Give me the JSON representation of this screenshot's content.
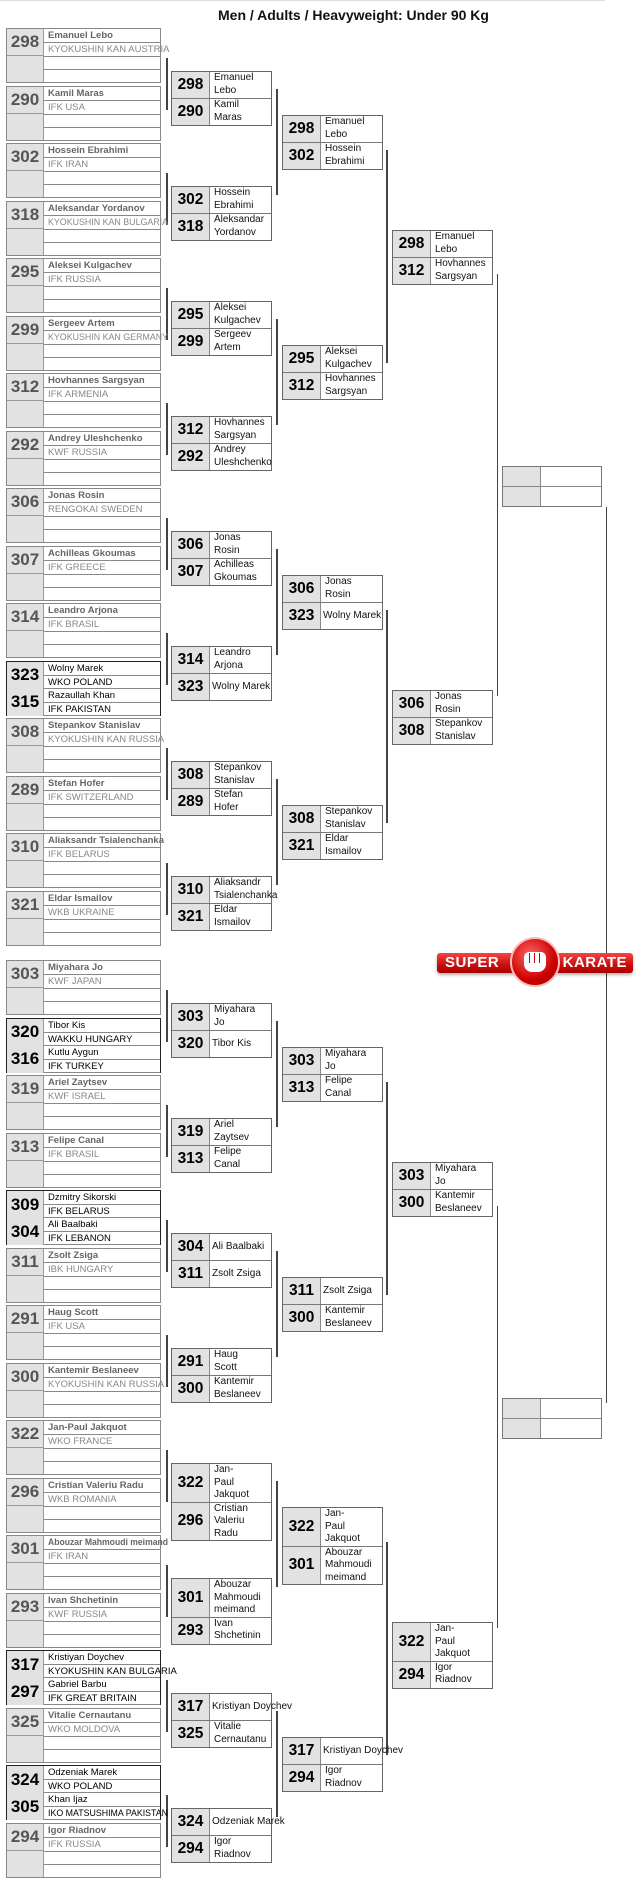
{
  "title": "Men / Adults / Heavyweight: Under 90 Kg",
  "logo": {
    "left_text": "SUPER",
    "right_text": "KARATE"
  },
  "colors": {
    "cell_grey": "#e2e2e2",
    "logo_red": "#c80e0e"
  },
  "halves": [
    {
      "r1": [
        {
          "num": "298",
          "name": "Emanuel Lebo",
          "club": "KYOKUSHIN KAN AUSTRIA"
        },
        {
          "num": "290",
          "name": "Kamil Maras",
          "club": "IFK USA"
        },
        {
          "num": "302",
          "name": "Hossein Ebrahimi",
          "club": "IFK IRAN"
        },
        {
          "num": "318",
          "name": "Aleksandar Yordanov",
          "club": "KYOKUSHIN KAN BULGARIA"
        },
        {
          "num": "295",
          "name": "Aleksei Kulgachev",
          "club": "IFK RUSSIA"
        },
        {
          "num": "299",
          "name": "Sergeev Artem",
          "club": "KYOKUSHIN KAN GERMANY"
        },
        {
          "num": "312",
          "name": "Hovhannes Sargsyan",
          "club": "IFK ARMENIA"
        },
        {
          "num": "292",
          "name": "Andrey Uleshchenko",
          "club": "KWF RUSSIA"
        },
        {
          "num": "306",
          "name": "Jonas Rosin",
          "club": "RENGOKAI SWEDEN"
        },
        {
          "num": "307",
          "name": "Achilleas Gkoumas",
          "club": "IFK GREECE"
        },
        {
          "num": "314",
          "name": "Leandro Arjona",
          "club": "IFK BRASIL"
        },
        {
          "pair": [
            {
              "num": "323",
              "name": "Wolny Marek",
              "club": "WKO POLAND"
            },
            {
              "num": "315",
              "name": "Razaullah Khan",
              "club": "IFK PAKISTAN"
            }
          ]
        },
        {
          "num": "308",
          "name": "Stepankov Stanislav",
          "club": "KYOKUSHIN KAN RUSSIA"
        },
        {
          "num": "289",
          "name": "Stefan Hofer",
          "club": "IFK SWITZERLAND"
        },
        {
          "num": "310",
          "name": "Aliaksandr Tsialenchanka",
          "club": "IFK BELARUS"
        },
        {
          "num": "321",
          "name": "Eldar Ismailov",
          "club": "WKB UKRAINE"
        }
      ],
      "r2": [
        [
          {
            "num": "298",
            "name": "Emanuel Lebo"
          },
          {
            "num": "290",
            "name": "Kamil Maras"
          }
        ],
        [
          {
            "num": "302",
            "name": "Hossein Ebrahimi"
          },
          {
            "num": "318",
            "name": "Aleksandar Yordanov"
          }
        ],
        [
          {
            "num": "295",
            "name": "Aleksei Kulgachev"
          },
          {
            "num": "299",
            "name": "Sergeev Artem"
          }
        ],
        [
          {
            "num": "312",
            "name": "Hovhannes Sargsyan"
          },
          {
            "num": "292",
            "name": "Andrey Uleshchenko"
          }
        ],
        [
          {
            "num": "306",
            "name": "Jonas Rosin"
          },
          {
            "num": "307",
            "name": "Achilleas Gkoumas"
          }
        ],
        [
          {
            "num": "314",
            "name": "Leandro Arjona"
          },
          {
            "num": "323",
            "name": "Wolny Marek",
            "one_line": true
          }
        ],
        [
          {
            "num": "308",
            "name": "Stepankov Stanislav"
          },
          {
            "num": "289",
            "name": "Stefan Hofer"
          }
        ],
        [
          {
            "num": "310",
            "name": "Aliaksandr Tsialenchanka"
          },
          {
            "num": "321",
            "name": "Eldar Ismailov"
          }
        ]
      ],
      "r3": [
        [
          {
            "num": "298",
            "name": "Emanuel Lebo"
          },
          {
            "num": "302",
            "name": "Hossein Ebrahimi"
          }
        ],
        [
          {
            "num": "295",
            "name": "Aleksei Kulgachev"
          },
          {
            "num": "312",
            "name": "Hovhannes Sargsyan"
          }
        ],
        [
          {
            "num": "306",
            "name": "Jonas Rosin"
          },
          {
            "num": "323",
            "name": "Wolny Marek",
            "one_line": true
          }
        ],
        [
          {
            "num": "308",
            "name": "Stepankov Stanislav"
          },
          {
            "num": "321",
            "name": "Eldar Ismailov"
          }
        ]
      ],
      "r4": [
        [
          {
            "num": "298",
            "name": "Emanuel Lebo"
          },
          {
            "num": "312",
            "name": "Hovhannes Sargsyan"
          }
        ],
        [
          {
            "num": "306",
            "name": "Jonas Rosin"
          },
          {
            "num": "308",
            "name": "Stepankov Stanislav"
          }
        ]
      ]
    },
    {
      "r1": [
        {
          "num": "303",
          "name": "Miyahara Jo",
          "club": "KWF JAPAN"
        },
        {
          "pair": [
            {
              "num": "320",
              "name": "Tibor Kis",
              "club": "WAKKU HUNGARY"
            },
            {
              "num": "316",
              "name": "Kutlu Aygun",
              "club": "IFK TURKEY"
            }
          ]
        },
        {
          "num": "319",
          "name": "Ariel Zaytsev",
          "club": "KWF ISRAEL"
        },
        {
          "num": "313",
          "name": "Felipe Canal",
          "club": "IFK BRASIL"
        },
        {
          "pair": [
            {
              "num": "309",
              "name": "Dzmitry Sikorski",
              "club": "IFK BELARUS"
            },
            {
              "num": "304",
              "name": "Ali Baalbaki",
              "club": "IFK LEBANON"
            }
          ]
        },
        {
          "num": "311",
          "name": "Zsolt Zsiga",
          "club": "IBK HUNGARY"
        },
        {
          "num": "291",
          "name": "Haug Scott",
          "club": "IFK USA"
        },
        {
          "num": "300",
          "name": "Kantemir Beslaneev",
          "club": "KYOKUSHIN KAN RUSSIA"
        },
        {
          "num": "322",
          "name": "Jan-Paul Jakquot",
          "club": "WKO FRANCE"
        },
        {
          "num": "296",
          "name": "Cristian Valeriu Radu",
          "club": "WKB ROMANIA"
        },
        {
          "num": "301",
          "name": "Abouzar Mahmoudi meimand",
          "club": "IFK IRAN"
        },
        {
          "num": "293",
          "name": "Ivan Shchetinin",
          "club": "KWF RUSSIA"
        },
        {
          "pair": [
            {
              "num": "317",
              "name": "Kristiyan Doychev",
              "club": "KYOKUSHIN KAN BULGARIA"
            },
            {
              "num": "297",
              "name": "Gabriel Barbu",
              "club": "IFK GREAT BRITAIN"
            }
          ]
        },
        {
          "num": "325",
          "name": "Vitalie Cernautanu",
          "club": "WKO MOLDOVA"
        },
        {
          "pair": [
            {
              "num": "324",
              "name": "Odzeniak Marek",
              "club": "WKO POLAND"
            },
            {
              "num": "305",
              "name": "Khan Ijaz",
              "club": "IKO MATSUSHIMA PAKISTAN"
            }
          ]
        },
        {
          "num": "294",
          "name": "Igor Riadnov",
          "club": "IFK RUSSIA"
        }
      ],
      "r2": [
        [
          {
            "num": "303",
            "name": "Miyahara Jo"
          },
          {
            "num": "320",
            "name": "Tibor Kis",
            "one_line": true
          }
        ],
        [
          {
            "num": "319",
            "name": "Ariel Zaytsev"
          },
          {
            "num": "313",
            "name": "Felipe Canal"
          }
        ],
        [
          {
            "num": "304",
            "name": "Ali Baalbaki",
            "one_line": true
          },
          {
            "num": "311",
            "name": "Zsolt Zsiga",
            "one_line": true
          }
        ],
        [
          {
            "num": "291",
            "name": "Haug Scott"
          },
          {
            "num": "300",
            "name": "Kantemir Beslaneev"
          }
        ],
        [
          {
            "num": "322",
            "name": "Jan-Paul Jakquot"
          },
          {
            "num": "296",
            "name": "Cristian Valeriu Radu"
          }
        ],
        [
          {
            "num": "301",
            "name": "Abouzar Mahmoudi meimand"
          },
          {
            "num": "293",
            "name": "Ivan Shchetinin"
          }
        ],
        [
          {
            "num": "317",
            "name": "Kristiyan Doychev",
            "one_line": true
          },
          {
            "num": "325",
            "name": "Vitalie Cernautanu"
          }
        ],
        [
          {
            "num": "324",
            "name": "Odzeniak Marek",
            "one_line": true
          },
          {
            "num": "294",
            "name": "Igor Riadnov"
          }
        ]
      ],
      "r3": [
        [
          {
            "num": "303",
            "name": "Miyahara Jo"
          },
          {
            "num": "313",
            "name": "Felipe Canal"
          }
        ],
        [
          {
            "num": "311",
            "name": "Zsolt Zsiga",
            "one_line": true
          },
          {
            "num": "300",
            "name": "Kantemir Beslaneev"
          }
        ],
        [
          {
            "num": "322",
            "name": "Jan-Paul Jakquot"
          },
          {
            "num": "301",
            "name": "Abouzar Mahmoudi meimand"
          }
        ],
        [
          {
            "num": "317",
            "name": "Kristiyan Doychev",
            "one_line": true
          },
          {
            "num": "294",
            "name": "Igor Riadnov"
          }
        ]
      ],
      "r4": [
        [
          {
            "num": "303",
            "name": "Miyahara Jo"
          },
          {
            "num": "300",
            "name": "Kantemir Beslaneev"
          }
        ],
        [
          {
            "num": "322",
            "name": "Jan-Paul Jakquot"
          },
          {
            "num": "294",
            "name": "Igor Riadnov"
          }
        ]
      ]
    }
  ]
}
